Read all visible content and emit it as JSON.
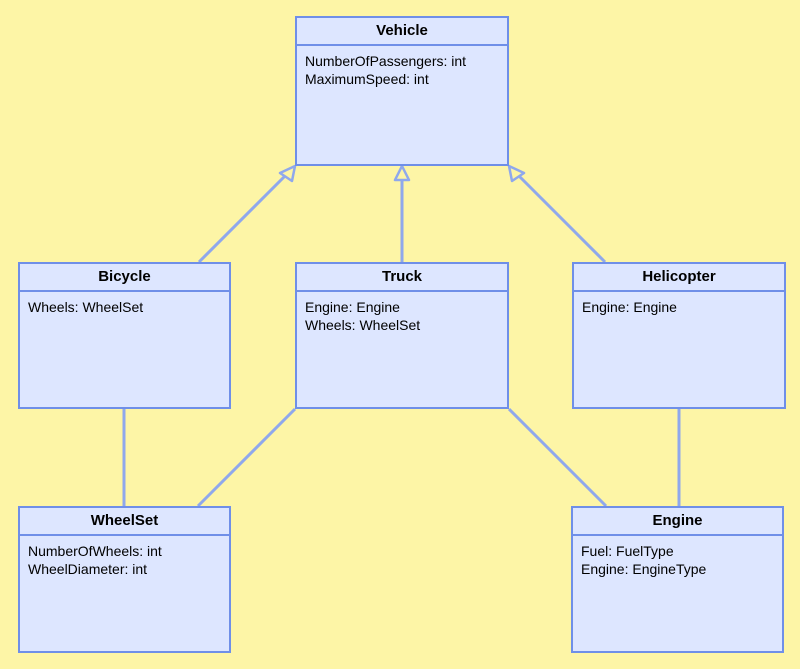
{
  "colors": {
    "background": "#fdf5a6",
    "class_fill": "#dde6ff",
    "class_border": "#6f8fe8",
    "connector": "#8fa8ec"
  },
  "classes": {
    "vehicle": {
      "name": "Vehicle",
      "attributes": [
        "NumberOfPassengers: int",
        "MaximumSpeed: int"
      ]
    },
    "bicycle": {
      "name": "Bicycle",
      "attributes": [
        "Wheels: WheelSet"
      ]
    },
    "truck": {
      "name": "Truck",
      "attributes": [
        "Engine: Engine",
        "Wheels: WheelSet"
      ]
    },
    "helicopter": {
      "name": "Helicopter",
      "attributes": [
        "Engine: Engine"
      ]
    },
    "wheelset": {
      "name": "WheelSet",
      "attributes": [
        "NumberOfWheels: int",
        "WheelDiameter: int"
      ]
    },
    "engine": {
      "name": "Engine",
      "attributes": [
        "Fuel: FuelType",
        "Engine: EngineType"
      ]
    }
  },
  "relationships": [
    {
      "from": "Bicycle",
      "to": "Vehicle",
      "type": "generalization"
    },
    {
      "from": "Truck",
      "to": "Vehicle",
      "type": "generalization"
    },
    {
      "from": "Helicopter",
      "to": "Vehicle",
      "type": "generalization"
    },
    {
      "from": "Bicycle",
      "to": "WheelSet",
      "type": "association"
    },
    {
      "from": "Truck",
      "to": "WheelSet",
      "type": "association"
    },
    {
      "from": "Truck",
      "to": "Engine",
      "type": "association"
    },
    {
      "from": "Helicopter",
      "to": "Engine",
      "type": "association"
    }
  ]
}
